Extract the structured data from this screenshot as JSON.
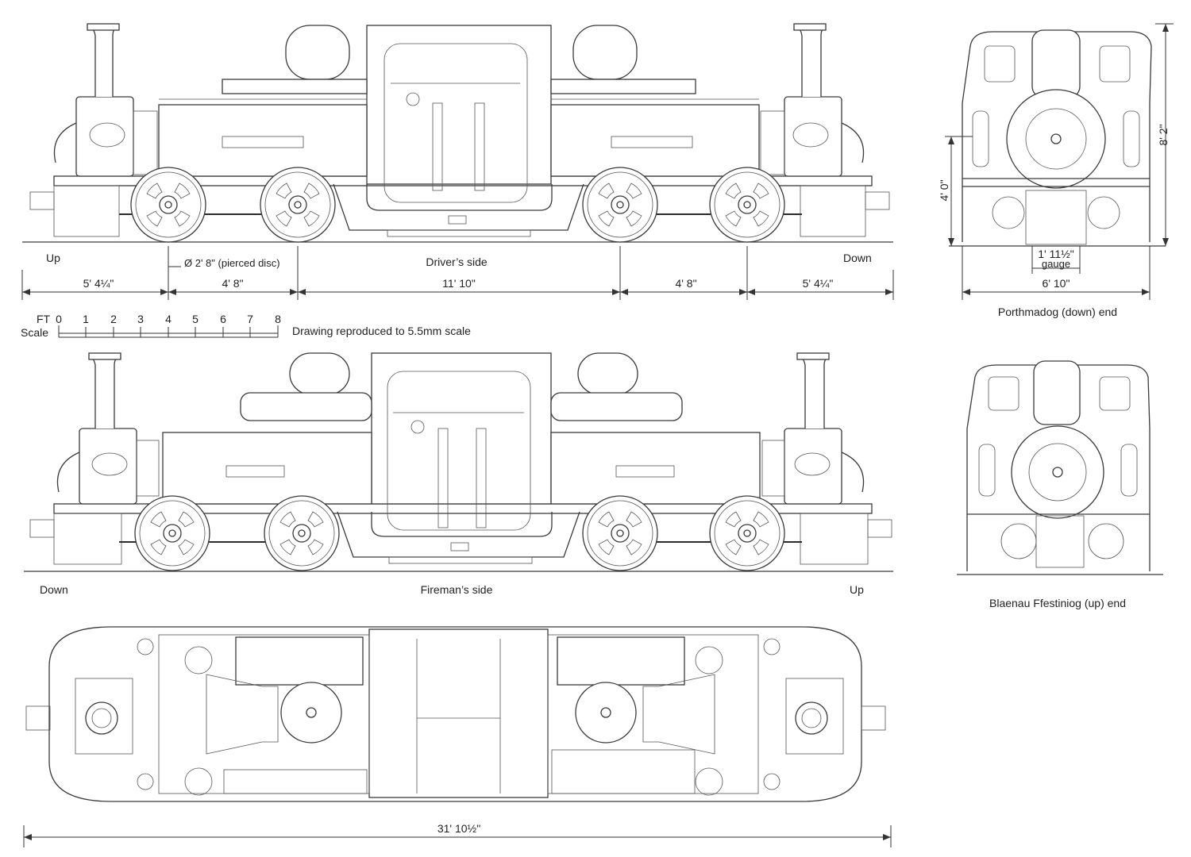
{
  "driver_view": {
    "left_label": "Up",
    "caption": "Driver’s side",
    "right_label": "Down",
    "wheel_note": "Ø 2' 8\" (pierced disc)",
    "dims": [
      "5' 4¼\"",
      "4' 8\"",
      "11' 10\"",
      "4' 8\"",
      "5' 4¼\""
    ]
  },
  "scale_bar": {
    "ft_label": "FT",
    "scale_label": "Scale",
    "ticks": [
      "0",
      "1",
      "2",
      "3",
      "4",
      "5",
      "6",
      "7",
      "8"
    ],
    "note": "Drawing reproduced to 5.5mm scale"
  },
  "fireman_view": {
    "left_label": "Down",
    "caption": "Fireman’s side",
    "right_label": "Up"
  },
  "plan_view": {
    "length": "31' 10½\""
  },
  "down_end": {
    "caption": "Porthmadog (down) end",
    "height": "8' 2\"",
    "buffer_height": "4' 0\"",
    "gauge_value": "1' 11½\"",
    "gauge_label": "gauge",
    "width": "6' 10\""
  },
  "up_end": {
    "caption": "Blaenau Ffestiniog (up) end"
  }
}
